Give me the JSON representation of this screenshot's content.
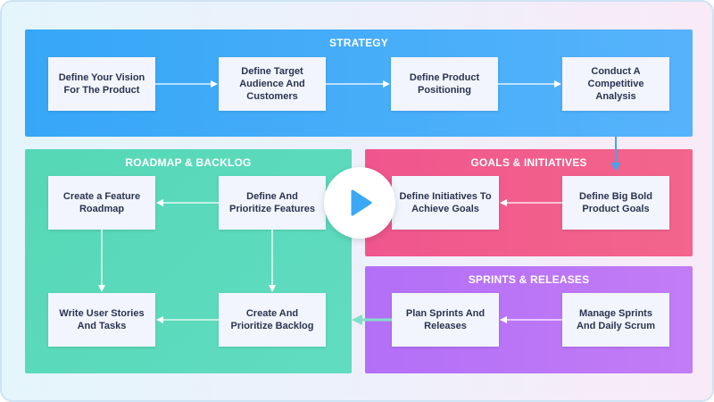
{
  "panels": {
    "strategy": {
      "title": "STRATEGY",
      "boxes": [
        "Define Your Vision For The Product",
        "Define Target Audience And Customers",
        "Define Product Positioning",
        "Conduct A Competitive Analysis"
      ]
    },
    "roadmap": {
      "title": "ROADMAP & BACKLOG",
      "boxes": [
        "Create a Feature Roadmap",
        "Define And Prioritize Features",
        "Write User Stories And Tasks",
        "Create And Prioritize Backlog"
      ]
    },
    "goals": {
      "title": "GOALS & INITIATIVES",
      "boxes": [
        "Define Initiatives To Achieve Goals",
        "Define Big Bold Product Goals"
      ]
    },
    "sprints": {
      "title": "SPRINTS & RELEASES",
      "boxes": [
        "Plan Sprints And Releases",
        "Manage Sprints And Daily Scrum"
      ]
    }
  },
  "play_icon": "play-icon",
  "colors": {
    "strategy": "#3aa8f7",
    "roadmap": "#5ad9b9",
    "goals": "#f15b8c",
    "sprints": "#b874f7",
    "box": "#f2f5fd",
    "box_text": "#2b3450",
    "play_icon": "#3aa8f7"
  }
}
